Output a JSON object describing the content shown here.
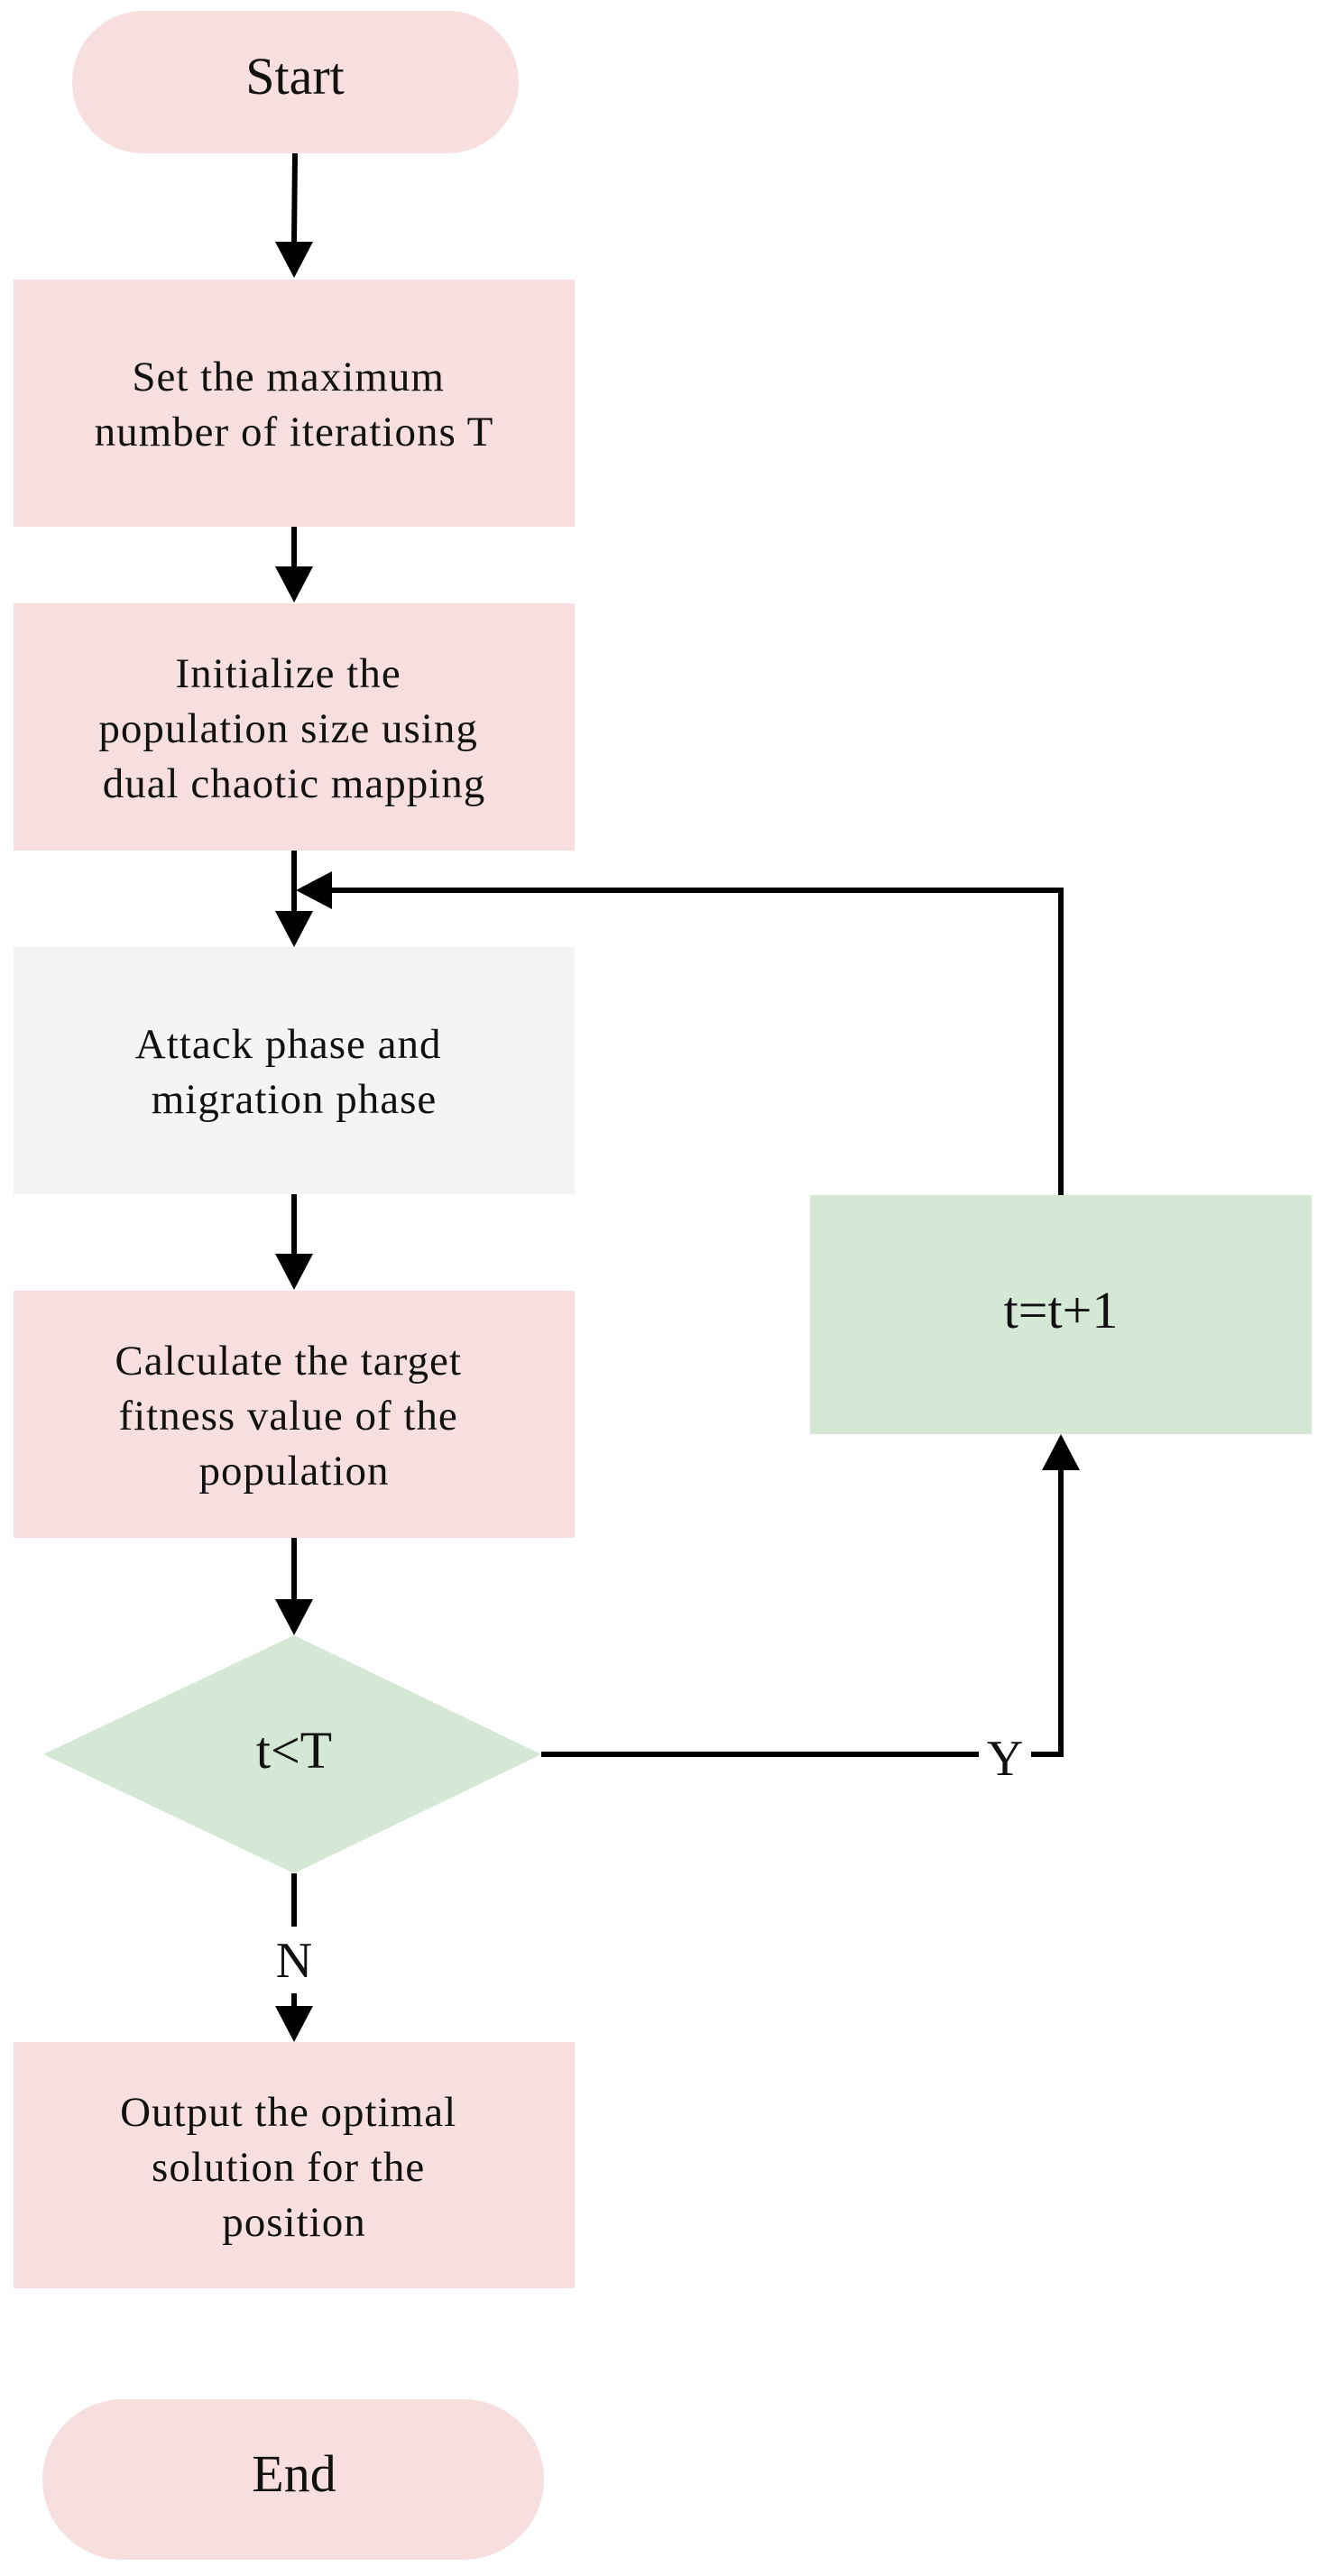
{
  "diagram": {
    "colors": {
      "pink": "#f8dfdf",
      "grey": "#f4f4f4",
      "green": "#d5e8d5",
      "line": "#000000"
    },
    "nodes": {
      "start": {
        "lines": [
          "Start"
        ]
      },
      "set_iterations": {
        "lines": [
          "Set the maximum",
          "number of iterations T"
        ]
      },
      "initialize": {
        "lines": [
          "Initialize the",
          "population size using",
          "dual chaotic mapping"
        ]
      },
      "attack_migration": {
        "lines": [
          "Attack phase and",
          "migration phase"
        ]
      },
      "calculate_fitness": {
        "lines": [
          "Calculate the target",
          "fitness value of the",
          "population"
        ]
      },
      "decision": {
        "lines": [
          "t<T"
        ]
      },
      "increment": {
        "lines": [
          "t=t+1"
        ]
      },
      "output": {
        "lines": [
          "Output the optimal",
          "solution for the",
          "position"
        ]
      },
      "end": {
        "lines": [
          "End"
        ]
      }
    },
    "edge_labels": {
      "yes": "Y",
      "no": "N"
    }
  }
}
